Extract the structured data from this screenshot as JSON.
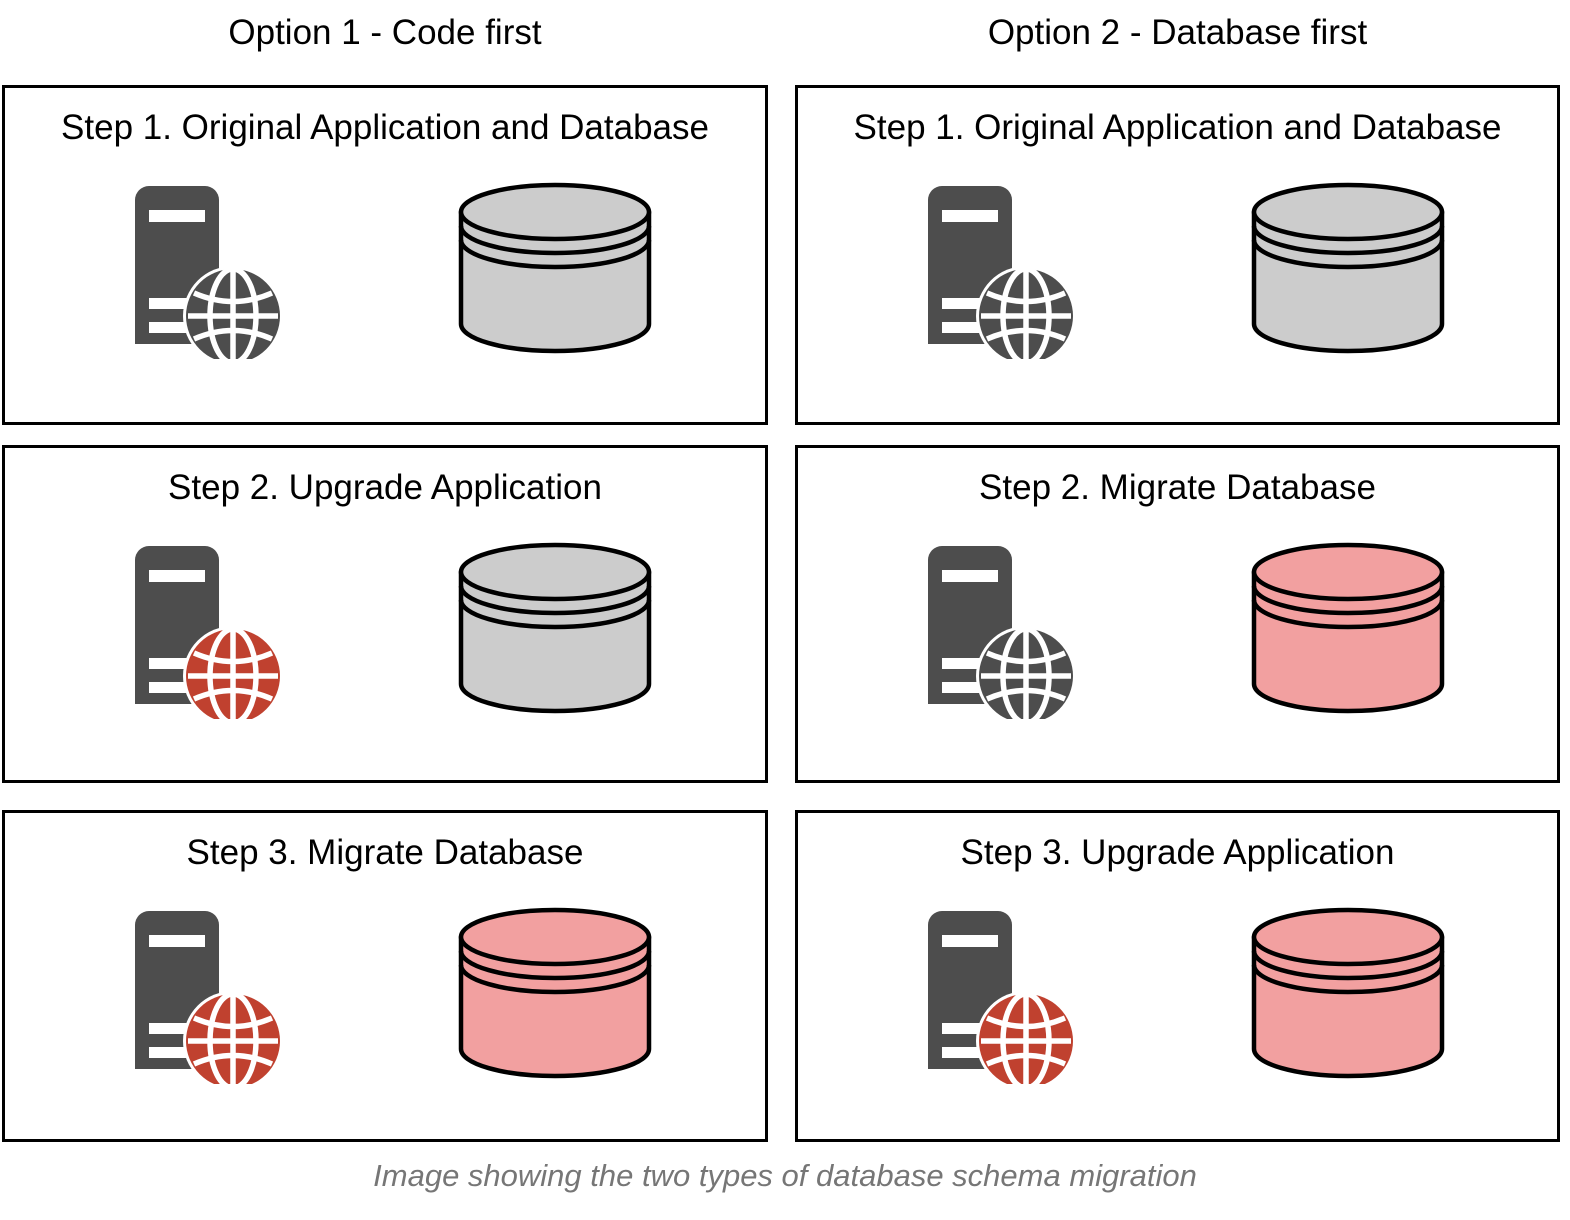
{
  "columns": [
    {
      "id": "option-1",
      "header": "Option 1 - Code first",
      "steps": [
        {
          "title": "Step 1. Original Application and Database",
          "server_icon": "server-globe-icon",
          "globe_state": "gray",
          "database_icon": "database-cylinder-icon",
          "database_state": "gray"
        },
        {
          "title": "Step 2. Upgrade Application",
          "server_icon": "server-globe-icon",
          "globe_state": "red",
          "database_icon": "database-cylinder-icon",
          "database_state": "gray"
        },
        {
          "title": "Step 3. Migrate Database",
          "server_icon": "server-globe-icon",
          "globe_state": "red",
          "database_icon": "database-cylinder-icon",
          "database_state": "pink"
        }
      ]
    },
    {
      "id": "option-2",
      "header": "Option 2 - Database first",
      "steps": [
        {
          "title": "Step 1. Original Application and Database",
          "server_icon": "server-globe-icon",
          "globe_state": "gray",
          "database_icon": "database-cylinder-icon",
          "database_state": "gray"
        },
        {
          "title": "Step 2. Migrate Database",
          "server_icon": "server-globe-icon",
          "globe_state": "gray",
          "database_icon": "database-cylinder-icon",
          "database_state": "pink"
        },
        {
          "title": "Step 3. Upgrade Application",
          "server_icon": "server-globe-icon",
          "globe_state": "red",
          "database_icon": "database-cylinder-icon",
          "database_state": "pink"
        }
      ]
    }
  ],
  "caption": "Image showing the two types of database schema migration",
  "colors": {
    "server_dark": "#4D4D4D",
    "globe_gray": "#4D4D4D",
    "globe_red": "#C0412F",
    "database_gray": "#CCCCCC",
    "database_pink": "#F2A0A0",
    "outline": "#000000",
    "caption_text": "#767676",
    "background": "#FFFFFF"
  }
}
